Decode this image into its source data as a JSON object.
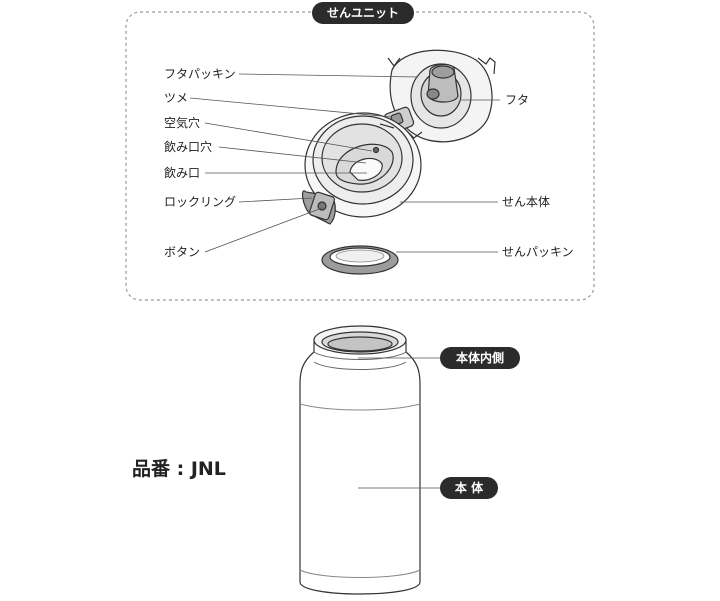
{
  "panel": {
    "title": "せんユニット"
  },
  "parts": {
    "futa_packing": "フタパッキン",
    "tsume": "ツメ",
    "air_hole": "空気穴",
    "drink_hole": "飲み口穴",
    "drink_mouth": "飲み口",
    "lock_ring": "ロックリング",
    "button": "ボタン",
    "lid": "フタ",
    "plug_body": "せん本体",
    "plug_packing": "せんパッキン"
  },
  "bottle": {
    "inner": "本体内側",
    "body": "本 体"
  },
  "model": {
    "label": "品番 : JNL"
  },
  "colors": {
    "pill": "#2b2b2b",
    "line": "#555555",
    "panel_border": "#9a9a9a"
  }
}
